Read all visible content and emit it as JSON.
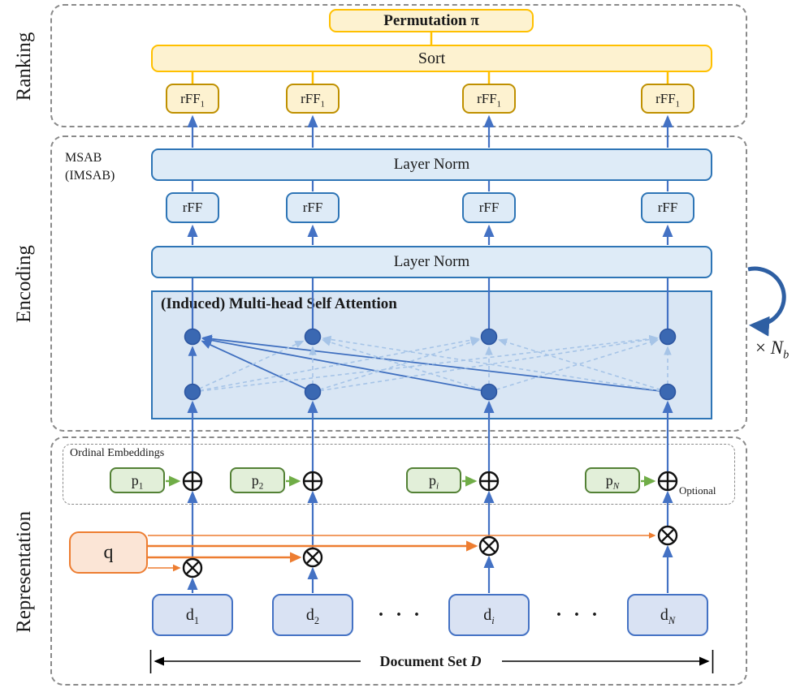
{
  "sections": {
    "ranking": "Ranking",
    "encoding": "Encoding",
    "representation": "Representation"
  },
  "ranking": {
    "permutation_label": "Permutation π",
    "sort_label": "Sort",
    "rff_base": "rFF",
    "rff_sub": "1"
  },
  "encoding": {
    "msab_line1": "MSAB",
    "msab_line2": "(IMSAB)",
    "layer_norm_label": "Layer Norm",
    "rff_label": "rFF",
    "attention_title": "(Induced) Multi-head Self Attention",
    "repeat": {
      "prefix": "×",
      "base": "N",
      "sub": "b"
    }
  },
  "representation": {
    "ordinal_title": "Ordinal Embeddings",
    "optional_label": "Optional",
    "query_label": "q",
    "position_base": "p",
    "position_subs": [
      "1",
      "2",
      "i",
      "N"
    ],
    "doc_base": "d",
    "doc_subs": [
      "1",
      "2",
      "i",
      "N"
    ],
    "ellipsis": "· · ·",
    "docset_bold": "Document Set ",
    "docset_italic": "D"
  },
  "icons": {
    "oplus": "⊕",
    "otimes": "⊗",
    "loop": "↺"
  },
  "palette": {
    "gold": "#FFC000",
    "gold_dark": "#BF9000",
    "cream_fill": "#FDF2D0",
    "blue_border": "#2E75B6",
    "blue_fill": "#DEEBF7",
    "attention_fill": "#D9E6F4",
    "node_blue": "#3A68B2",
    "arrow_blue": "#4472C4",
    "dashed_attention": "#A6C4E7",
    "green_border": "#538135",
    "green_fill": "#E2EFD9",
    "green_arrow": "#70AD47",
    "orange": "#ED7D31",
    "orange_fill": "#FBE5D6",
    "doc_fill": "#D9E2F3",
    "section_dash": "#8A8A8A",
    "loop_blue": "#2E5FA3"
  }
}
